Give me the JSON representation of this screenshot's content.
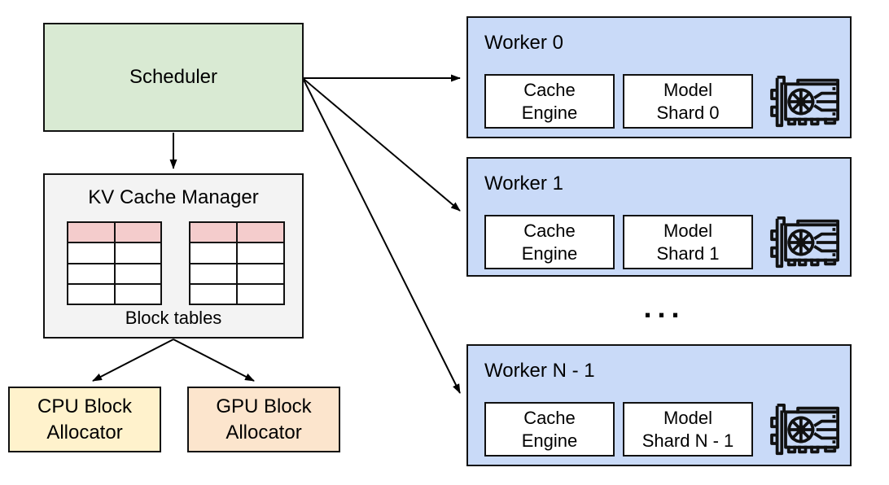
{
  "scheduler": {
    "label": "Scheduler"
  },
  "kv": {
    "title": "KV Cache Manager",
    "caption": "Block tables",
    "table": {
      "rows": 4,
      "cols": 2,
      "highlight_row": 0
    }
  },
  "cpu_allocator": {
    "label": "CPU Block\nAllocator"
  },
  "gpu_allocator": {
    "label": "GPU Block\nAllocator"
  },
  "ellipsis": "...",
  "workers": [
    {
      "title": "Worker 0",
      "cache_engine": "Cache\nEngine",
      "model_shard": "Model\nShard 0"
    },
    {
      "title": "Worker 1",
      "cache_engine": "Cache\nEngine",
      "model_shard": "Model\nShard 1"
    },
    {
      "title": "Worker N - 1",
      "cache_engine": "Cache\nEngine",
      "model_shard": "Model\nShard N - 1"
    }
  ],
  "icons": {
    "gpu": "gpu-card-icon"
  },
  "colors": {
    "scheduler_fill": "#d9ead3",
    "manager_fill": "#f3f3f3",
    "table_highlight": "#f4cccc",
    "cpu_fill": "#fff2cc",
    "gpu_fill": "#fce5cd",
    "worker_fill": "#c9daf8",
    "box_border": "#111111",
    "arrow": "#000000"
  }
}
